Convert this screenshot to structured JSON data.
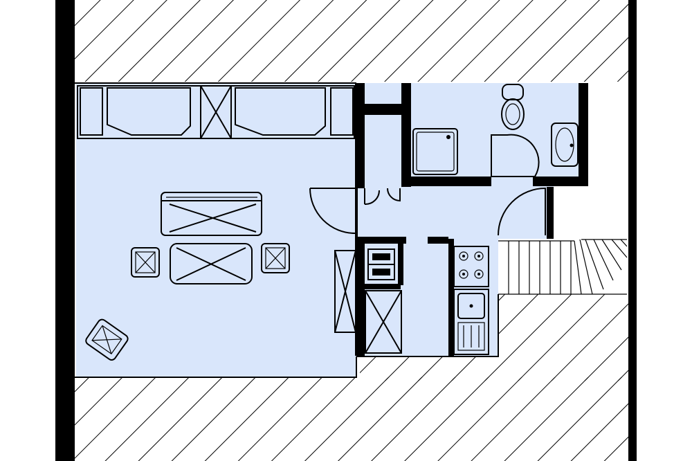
{
  "colors": {
    "room_fill": "#d9e6fb",
    "wall": "#000000",
    "hatch": "#000000",
    "background": "#ffffff"
  },
  "rooms": [
    {
      "id": "living-room",
      "icon": "sofa-icon"
    },
    {
      "id": "wc",
      "icon": "toilet-icon"
    },
    {
      "id": "shower-room",
      "icon": "shower-icon"
    },
    {
      "id": "hallway",
      "icon": "door-swing-icon"
    },
    {
      "id": "kitchen",
      "icon": "stove-icon"
    },
    {
      "id": "staircase",
      "icon": "stairs-icon"
    }
  ]
}
